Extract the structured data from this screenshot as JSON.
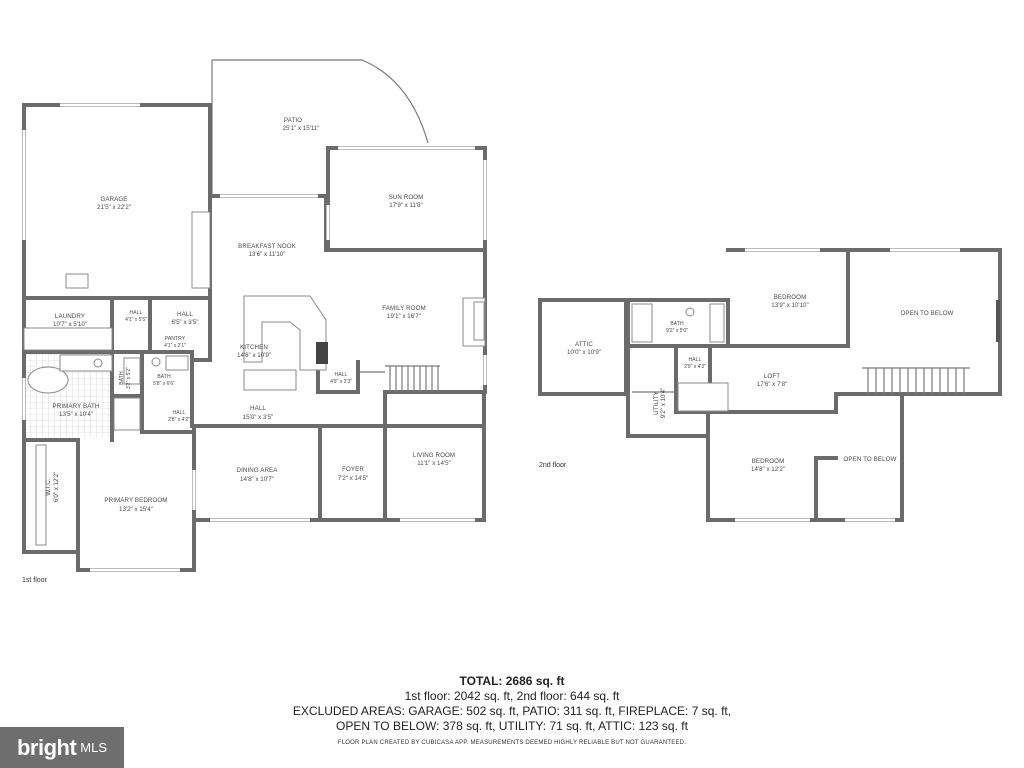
{
  "floor1": {
    "label": "1st floor",
    "rooms": {
      "patio": {
        "name": "PATIO",
        "dim": "25'1\" x 15'11\""
      },
      "garage": {
        "name": "GARAGE",
        "dim": "21'5\" x 22'2\""
      },
      "sunroom": {
        "name": "SUN ROOM",
        "dim": "17'9\" x 11'8\""
      },
      "breakfast": {
        "name": "BREAKFAST NOOK",
        "dim": "13'6\" x 11'10\""
      },
      "laundry": {
        "name": "LAUNDRY",
        "dim": "10'7\" x 5'10\""
      },
      "hall_small1": {
        "name": "HALL",
        "dim": "4'1\" x 5'5\""
      },
      "hall2": {
        "name": "HALL",
        "dim": "6'5\" x 3'5\""
      },
      "pantry": {
        "name": "PANTRY",
        "dim": "4'1\" x 2'1\""
      },
      "family": {
        "name": "FAMILY ROOM",
        "dim": "19'1\" x 16'7\""
      },
      "kitchen": {
        "name": "KITCHEN",
        "dim": "14'6\" x 10'9\""
      },
      "bath_small": {
        "name": "BATH",
        "dim": "3'2\" x 5'2\""
      },
      "bath2": {
        "name": "BATH",
        "dim": "5'8\" x 6'6\""
      },
      "hall3": {
        "name": "HALL",
        "dim": "4'9\" x 2'3\""
      },
      "primary_bath": {
        "name": "PRIMARY BATH",
        "dim": "13'5\" x 10'4\""
      },
      "hall4": {
        "name": "HALL",
        "dim": "2'8\" x 4'2\""
      },
      "hall_main": {
        "name": "HALL",
        "dim": "15'0\" x 3'5\""
      },
      "wic": {
        "name": "W.I.C.",
        "dim": "6'0\" x 12'2\""
      },
      "dining": {
        "name": "DINING AREA",
        "dim": "14'8\" x 10'7\""
      },
      "foyer": {
        "name": "FOYER",
        "dim": "7'2\" x 14'5\""
      },
      "living": {
        "name": "LIVING ROOM",
        "dim": "11'1\" x 14'5\""
      },
      "primary_bed": {
        "name": "PRIMARY BEDROOM",
        "dim": "13'2\" x 15'4\""
      }
    }
  },
  "floor2": {
    "label": "2nd floor",
    "rooms": {
      "attic": {
        "name": "ATTIC",
        "dim": "10'0\" x 10'9\""
      },
      "bath": {
        "name": "BATH",
        "dim": "9'2\" x 5'0\""
      },
      "bedroom1": {
        "name": "BEDROOM",
        "dim": "13'9\" x 10'10\""
      },
      "open1": {
        "name": "OPEN TO BELOW",
        "dim": ""
      },
      "hall": {
        "name": "HALL",
        "dim": "2'9\" x 4'3\""
      },
      "loft": {
        "name": "LOFT",
        "dim": "17'6\" x 7'8\""
      },
      "utility": {
        "name": "UTILITY",
        "dim": "9'2\" x 10'4\""
      },
      "bedroom2": {
        "name": "BEDROOM",
        "dim": "14'8\" x 12'2\""
      },
      "open2": {
        "name": "OPEN TO BELOW",
        "dim": ""
      }
    }
  },
  "summary": {
    "total": "TOTAL: 2686 sq. ft",
    "line1": "1st floor: 2042 sq. ft, 2nd floor: 644 sq. ft",
    "line2": "EXCLUDED AREAS: GARAGE: 502 sq. ft, PATIO: 311 sq. ft, FIREPLACE: 7 sq. ft,",
    "line3": "OPEN TO BELOW: 378 sq. ft, UTILITY: 71 sq. ft, ATTIC: 123 sq. ft",
    "credit": "FLOOR PLAN CREATED BY CUBICASA APP. MEASUREMENTS DEEMED HIGHLY RELIABLE BUT NOT GUARANTEED."
  },
  "brand": {
    "name": "bright",
    "suffix": "MLS"
  }
}
